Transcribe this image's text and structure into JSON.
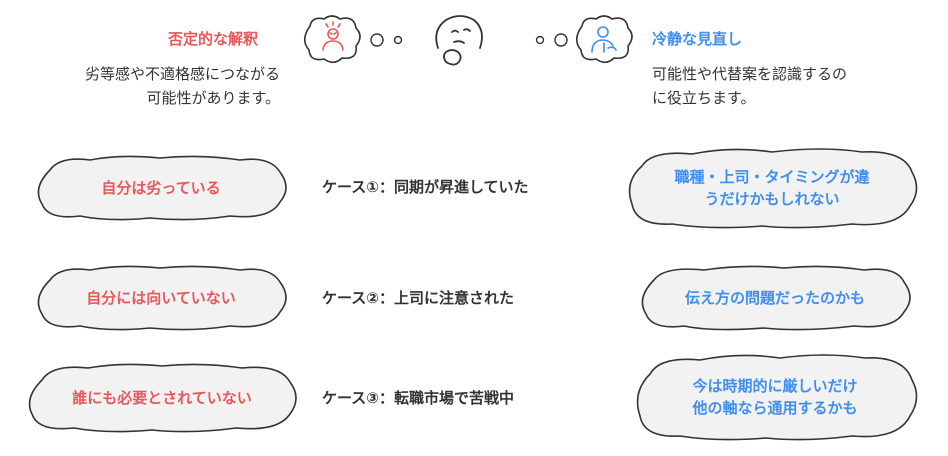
{
  "header": {
    "negative_title": "否定的な解釈",
    "negative_desc_1": "劣等感や不適格感につながる",
    "negative_desc_2": "可能性があります。",
    "positive_title": "冷静な見直し",
    "positive_desc_1": "可能性や代替案を認識するの",
    "positive_desc_2": "に役立ちます。"
  },
  "icons": {
    "negative": "upset-person-icon",
    "center": "thinking-face-icon",
    "positive": "calm-person-icon"
  },
  "colors": {
    "negative": "#e8585b",
    "positive": "#3f8ef0",
    "cloud_fill": "#f2f2f2",
    "outline": "#333333"
  },
  "rows": [
    {
      "negative": "自分は劣っている",
      "case": "ケース①：同期が昇進していた",
      "positive_1": "職種・上司・タイミングが違",
      "positive_2": "うだけかもしれない"
    },
    {
      "negative": "自分には向いていない",
      "case": "ケース②：上司に注意された",
      "positive_1": "伝え方の問題だったのかも",
      "positive_2": ""
    },
    {
      "negative": "誰にも必要とされていない",
      "case": "ケース③：転職市場で苦戦中",
      "positive_1": "今は時期的に厳しいだけ",
      "positive_2": "他の軸なら通用するかも"
    }
  ]
}
